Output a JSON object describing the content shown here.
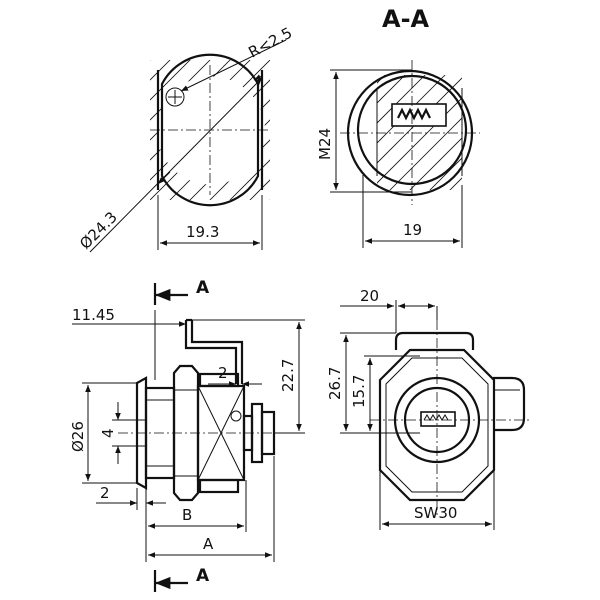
{
  "section_title": "A-A",
  "dimensions": {
    "radius": "R<2.5",
    "diameter_profile": "Ø24.3",
    "width_profile": "19.3",
    "thread": "M24",
    "width_section": "19",
    "offset_left": "11.45",
    "cam_step": "2",
    "cam_height": "22.7",
    "body_diameter": "Ø26",
    "pin_size": "4",
    "flange": "2",
    "length_b": "B",
    "length_a": "A",
    "front_offset": "20",
    "height_front": "26.7",
    "height_key": "15.7",
    "wrench": "SW30"
  },
  "section_markers": {
    "top": "A",
    "bottom": "A"
  }
}
